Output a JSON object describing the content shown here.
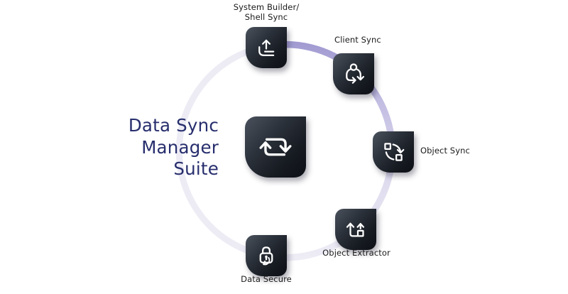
{
  "title": {
    "line1": "Data Sync",
    "line2": "Manager",
    "line3": "Suite",
    "full": "Data Sync Manager Suite",
    "color": "#272e6d"
  },
  "hub": {
    "name": "Data Sync Manager Suite hub",
    "icon": "sync-arrows-icon"
  },
  "nodes": [
    {
      "id": "system-builder",
      "label_line1": "System Builder/",
      "label_line2": "Shell Sync",
      "label": "System Builder/ Shell Sync",
      "icon": "upload-tray-icon",
      "position": "top"
    },
    {
      "id": "client-sync",
      "label": "Client Sync",
      "icon": "user-sync-icon",
      "position": "upper-right"
    },
    {
      "id": "object-sync",
      "label": "Object Sync",
      "icon": "squares-sync-icon",
      "position": "right"
    },
    {
      "id": "object-extractor",
      "label": "Object Extractor",
      "icon": "extract-up-arrows-icon",
      "position": "lower-right"
    },
    {
      "id": "data-secure",
      "label": "Data Secure",
      "icon": "lock-refresh-icon",
      "position": "bottom-left"
    }
  ],
  "colors": {
    "background": "#ffffff",
    "ring_purple": "#9a94ce",
    "ring_mid": "#dcd9ed",
    "ring_light": "#efeef6",
    "tile_gradient_light": "#4a525d",
    "tile_gradient_dark": "#0d1015",
    "glyph": "#ffffff",
    "title_text": "#272e6d",
    "label_text": "#1a1a1a"
  }
}
